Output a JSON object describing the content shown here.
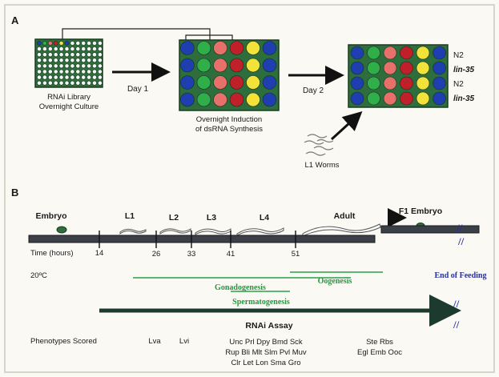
{
  "panel_a": {
    "label": "A",
    "day1": "Day 1",
    "day2": "Day 2",
    "plate1_caption": [
      "RNAi Library",
      "Overnight Culture"
    ],
    "plate2_caption": [
      "Overnight Induction",
      "of dsRNA Synthesis"
    ],
    "worms_label": "L1 Worms",
    "row_labels": [
      "N2",
      "lin-35",
      "N2",
      "lin-35"
    ],
    "well_colors": [
      "#1f3fb0",
      "#2fae4a",
      "#e8706a",
      "#c0202a",
      "#f2e23a",
      "#1f3fb0"
    ]
  },
  "panel_b": {
    "label": "B",
    "stages": [
      "Embryo",
      "L1",
      "L2",
      "L3",
      "L4",
      "Adult"
    ],
    "f1": "F1 Embryo",
    "time_label": "Time (hours)",
    "ticks": [
      "14",
      "26",
      "33",
      "41",
      "51"
    ],
    "temperature": "20ºC",
    "gonadogenesis": "Gonadogenesis",
    "oogenesis": "Oogenesis",
    "spermatogenesis": "Spermatogenesis",
    "end_feeding": "End of Feeding",
    "assay": "RNAi Assay",
    "phenotypes_title": "Phenotypes Scored",
    "pheno_larval": [
      "Lva",
      "Lvi"
    ],
    "pheno_group1": [
      "Unc Prl Dpy Bmd Sck",
      "Rup Bli Mlt Slm Pvl Muv",
      "Clr Let Lon Sma Gro"
    ],
    "pheno_group2": [
      "Ste  Rbs",
      "Egl  Emb  Ooc"
    ],
    "break_mark": "//"
  }
}
